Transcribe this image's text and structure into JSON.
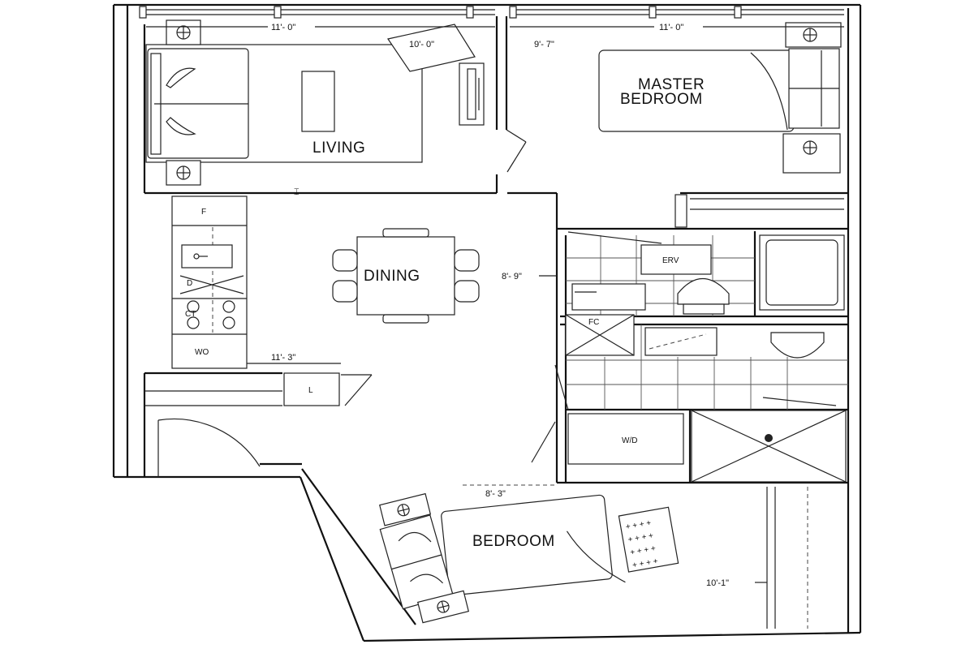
{
  "rooms": {
    "living": "LIVING",
    "dining": "DINING",
    "master_line1": "MASTER",
    "master_line2": "BEDROOM",
    "bedroom": "BEDROOM"
  },
  "dimensions": {
    "living_width": "11'- 0\"",
    "living_depth": "10'- 0\"",
    "master_depth": "9'- 7\"",
    "master_width": "11'- 0\"",
    "dining_depth": "8'- 9\"",
    "kitchen_width": "11'- 3\"",
    "bedroom_width": "8'- 3\"",
    "bedroom_depth": "10'-1\""
  },
  "fixtures": {
    "fridge": "F",
    "dishwasher": "D",
    "cooktop": "CT",
    "wall_oven": "WO",
    "linen": "L",
    "erv": "ERV",
    "fan_coil": "FC",
    "washer_dryer": "W/D"
  }
}
